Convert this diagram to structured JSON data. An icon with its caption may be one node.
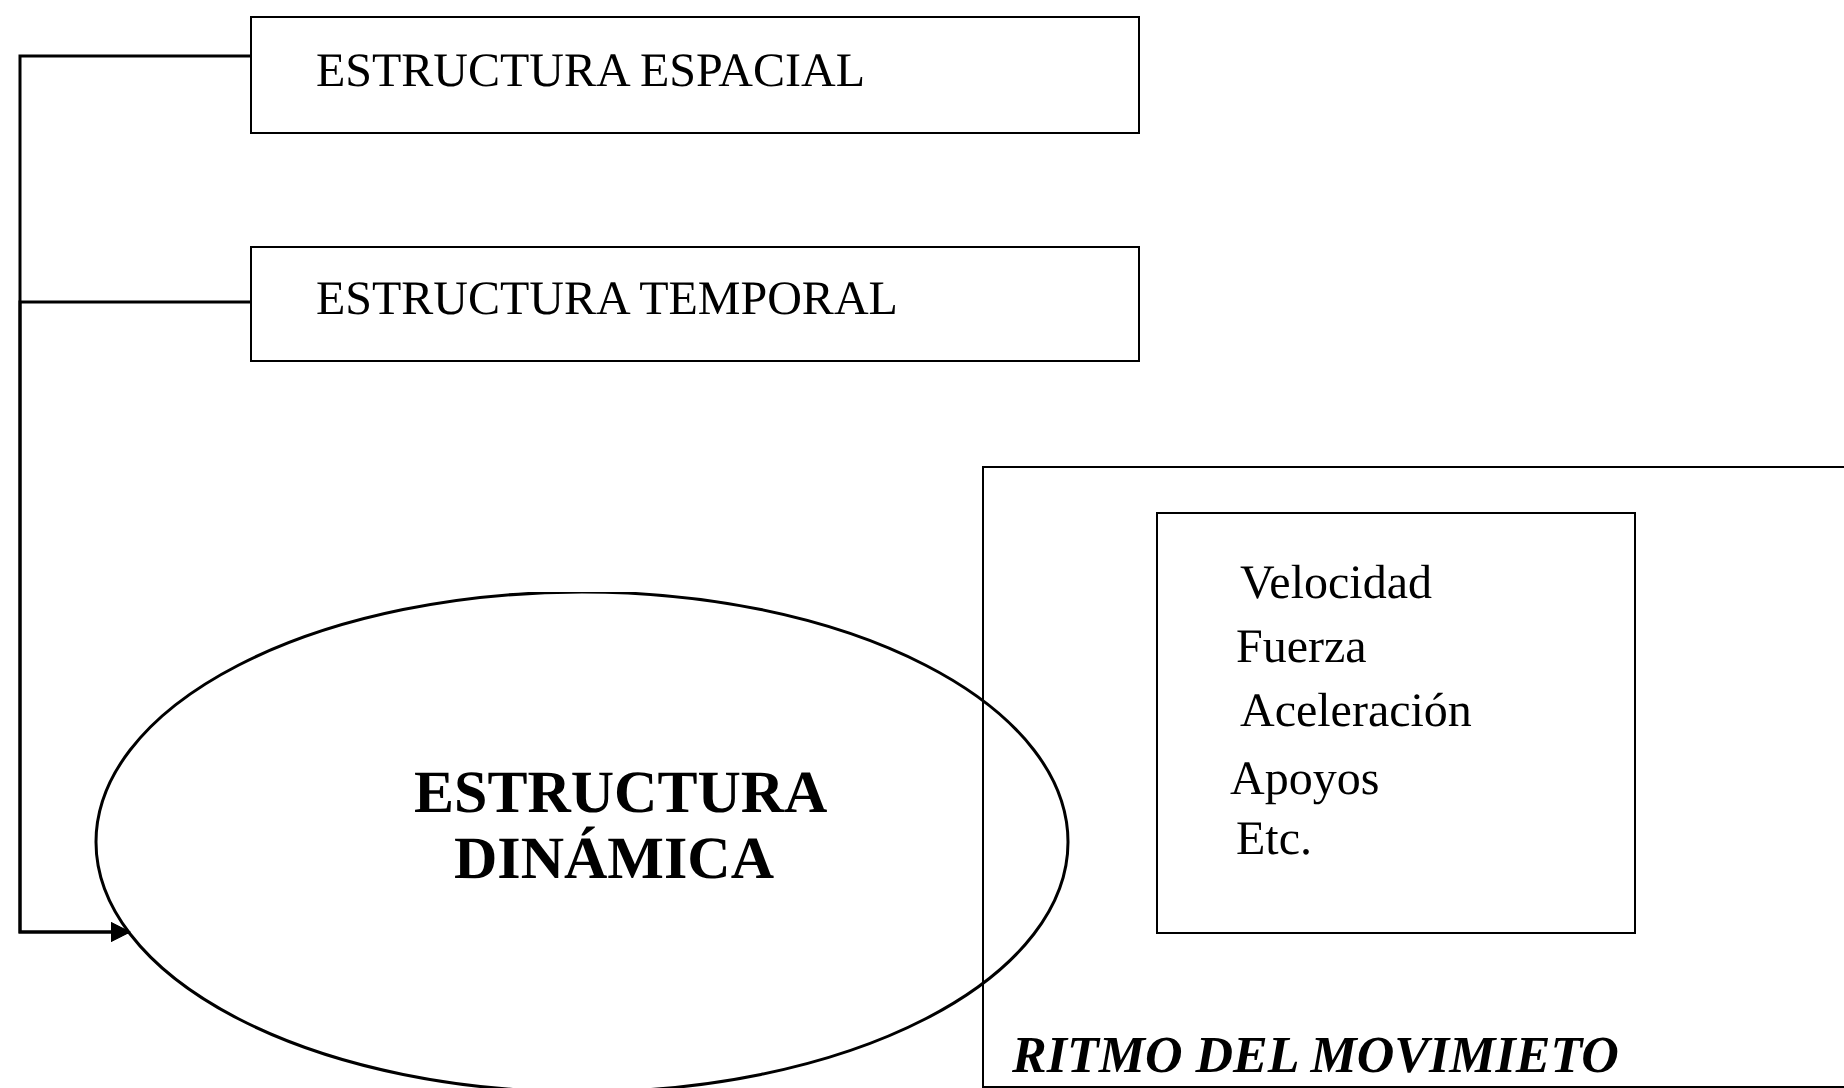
{
  "diagram": {
    "nodes": [
      {
        "text": [
          "ESTRUCTURA ESPACIAL"
        ]
      },
      {
        "text": [
          "ESTRUCTURA TEMPORAL"
        ]
      },
      {
        "text": [
          "ESTRUCTURA DINÁMICA"
        ]
      },
      {
        "text": [
          "RITMO DEL MOVIMIETO"
        ]
      },
      {
        "text": [
          "Velocidad",
          "Fuerza",
          "Aceleración",
          "Apoyos",
          "Etc."
        ],
        "in": 3
      }
    ],
    "edges": [
      {
        "from": 0,
        "to": 2,
        "arrow": "to"
      },
      {
        "from": 1,
        "to": 2,
        "arrow": "to"
      }
    ]
  }
}
